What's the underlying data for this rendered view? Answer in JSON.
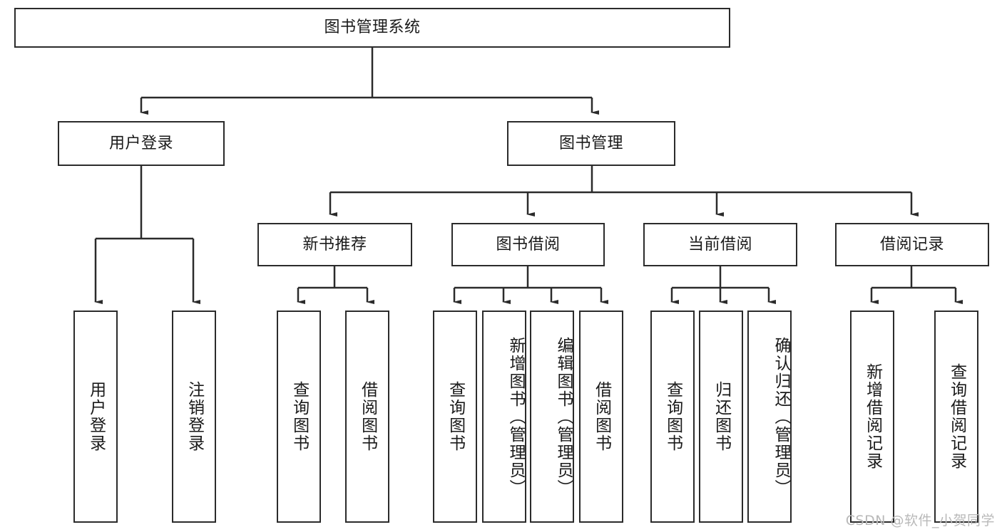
{
  "diagram": {
    "type": "tree-hierarchy",
    "title": "图书管理系统",
    "watermark": "CSDN @软件_小贺同学",
    "colors": {
      "stroke": "#2b2b2b",
      "fill": "#ffffff",
      "text": "#1a1a1a",
      "watermark": "#b9b9b9"
    },
    "levels": [
      {
        "level": 1,
        "nodes": [
          {
            "id": "root",
            "label": "图书管理系统",
            "orientation": "horizontal"
          }
        ]
      },
      {
        "level": 2,
        "nodes": [
          {
            "id": "login",
            "label": "用户登录",
            "orientation": "horizontal",
            "parent": "root"
          },
          {
            "id": "bookmgmt",
            "label": "图书管理",
            "orientation": "horizontal",
            "parent": "root"
          }
        ]
      },
      {
        "level": 3,
        "nodes": [
          {
            "id": "newbook",
            "label": "新书推荐",
            "orientation": "horizontal",
            "parent": "bookmgmt"
          },
          {
            "id": "borrow",
            "label": "图书借阅",
            "orientation": "horizontal",
            "parent": "bookmgmt"
          },
          {
            "id": "current",
            "label": "当前借阅",
            "orientation": "horizontal",
            "parent": "bookmgmt"
          },
          {
            "id": "record",
            "label": "借阅记录",
            "orientation": "horizontal",
            "parent": "bookmgmt"
          }
        ]
      },
      {
        "level": 4,
        "nodes": [
          {
            "id": "leaf-1",
            "label": "用户登录",
            "orientation": "vertical",
            "parent": "login"
          },
          {
            "id": "leaf-2",
            "label": "注销登录",
            "orientation": "vertical",
            "parent": "login"
          },
          {
            "id": "leaf-3",
            "label": "查询图书",
            "orientation": "vertical",
            "parent": "newbook"
          },
          {
            "id": "leaf-4",
            "label": "借阅图书",
            "orientation": "vertical",
            "parent": "newbook"
          },
          {
            "id": "leaf-5",
            "label": "查询图书",
            "orientation": "vertical",
            "parent": "borrow"
          },
          {
            "id": "leaf-6",
            "label": "新增图书（管理员）",
            "orientation": "vertical",
            "parent": "borrow"
          },
          {
            "id": "leaf-7",
            "label": "编辑图书（管理员）",
            "orientation": "vertical",
            "parent": "borrow"
          },
          {
            "id": "leaf-8",
            "label": "借阅图书",
            "orientation": "vertical",
            "parent": "borrow"
          },
          {
            "id": "leaf-9",
            "label": "查询图书",
            "orientation": "vertical",
            "parent": "current"
          },
          {
            "id": "leaf-10",
            "label": "归还图书",
            "orientation": "vertical",
            "parent": "current"
          },
          {
            "id": "leaf-11",
            "label": "确认归还（管理员）",
            "orientation": "vertical",
            "parent": "current"
          },
          {
            "id": "leaf-12",
            "label": "新增借阅记录",
            "orientation": "vertical",
            "parent": "record"
          },
          {
            "id": "leaf-13",
            "label": "查询借阅记录",
            "orientation": "vertical",
            "parent": "record"
          }
        ]
      }
    ]
  }
}
